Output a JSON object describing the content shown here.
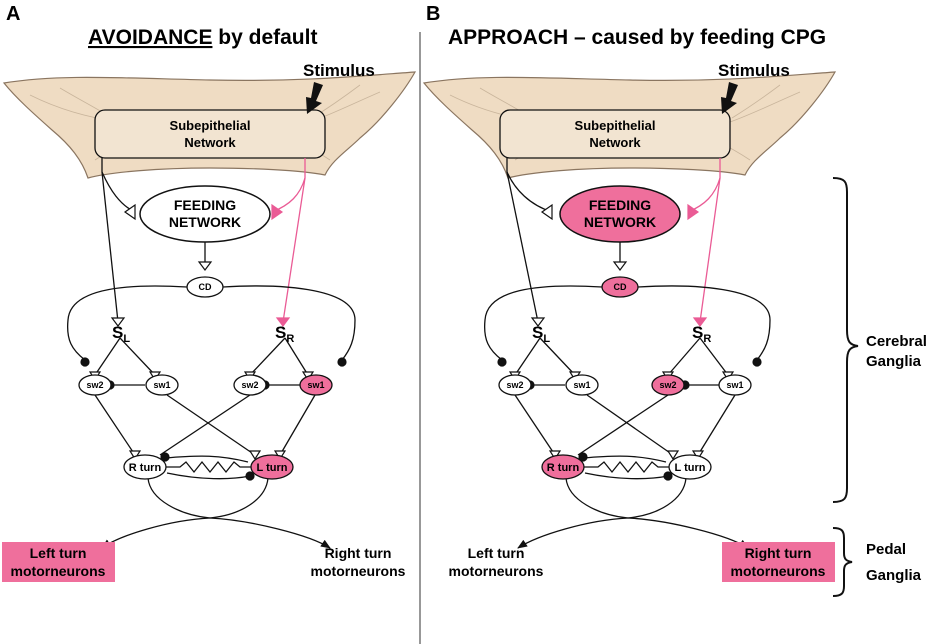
{
  "colors": {
    "active": "#ef6f9c",
    "skin": "#efdcc3",
    "skin_stroke": "#8a7560",
    "line": "#111111",
    "pink_line": "#ea5b95",
    "divider": "#777777"
  },
  "panels": [
    {
      "letter": "A",
      "title_prefix": "AVOIDANCE",
      "title_suffix": " by default",
      "stimulus": "Stimulus",
      "subepithelial": [
        "Subepithelial",
        "Network"
      ],
      "feeding": [
        "FEEDING",
        "NETWORK"
      ],
      "feeding_active": false,
      "cd": "CD",
      "cd_active": false,
      "s_left": "S",
      "s_left_sub": "L",
      "s_right": "S",
      "s_right_sub": "R",
      "sw_left_outer": "sw2",
      "sw_left_inner": "sw1",
      "sw_right_inner": "sw2",
      "sw_right_outer": "sw1",
      "sw_right_inner_active": false,
      "sw_right_outer_active": true,
      "r_turn": "R turn",
      "l_turn": "L turn",
      "r_turn_active": false,
      "l_turn_active": true,
      "left_motor": [
        "Left turn",
        "motorneurons"
      ],
      "right_motor": [
        "Right turn",
        "motorneurons"
      ],
      "left_motor_active": true,
      "right_motor_active": false
    },
    {
      "letter": "B",
      "title": "APPROACH – caused by feeding CPG",
      "stimulus": "Stimulus",
      "subepithelial": [
        "Subepithelial",
        "Network"
      ],
      "feeding": [
        "FEEDING",
        "NETWORK"
      ],
      "feeding_active": true,
      "cd": "CD",
      "cd_active": true,
      "s_left": "S",
      "s_left_sub": "L",
      "s_right": "S",
      "s_right_sub": "R",
      "sw_left_outer": "sw2",
      "sw_left_inner": "sw1",
      "sw_right_inner": "sw2",
      "sw_right_outer": "sw1",
      "sw_right_inner_active": true,
      "sw_right_outer_active": false,
      "r_turn": "R turn",
      "l_turn": "L turn",
      "r_turn_active": true,
      "l_turn_active": false,
      "left_motor": [
        "Left turn",
        "motorneurons"
      ],
      "right_motor": [
        "Right turn",
        "motorneurons"
      ],
      "left_motor_active": false,
      "right_motor_active": true
    }
  ],
  "ganglia": {
    "cerebral": [
      "Cerebral",
      "Ganglia"
    ],
    "pedal": [
      "Pedal",
      "Ganglia"
    ]
  }
}
